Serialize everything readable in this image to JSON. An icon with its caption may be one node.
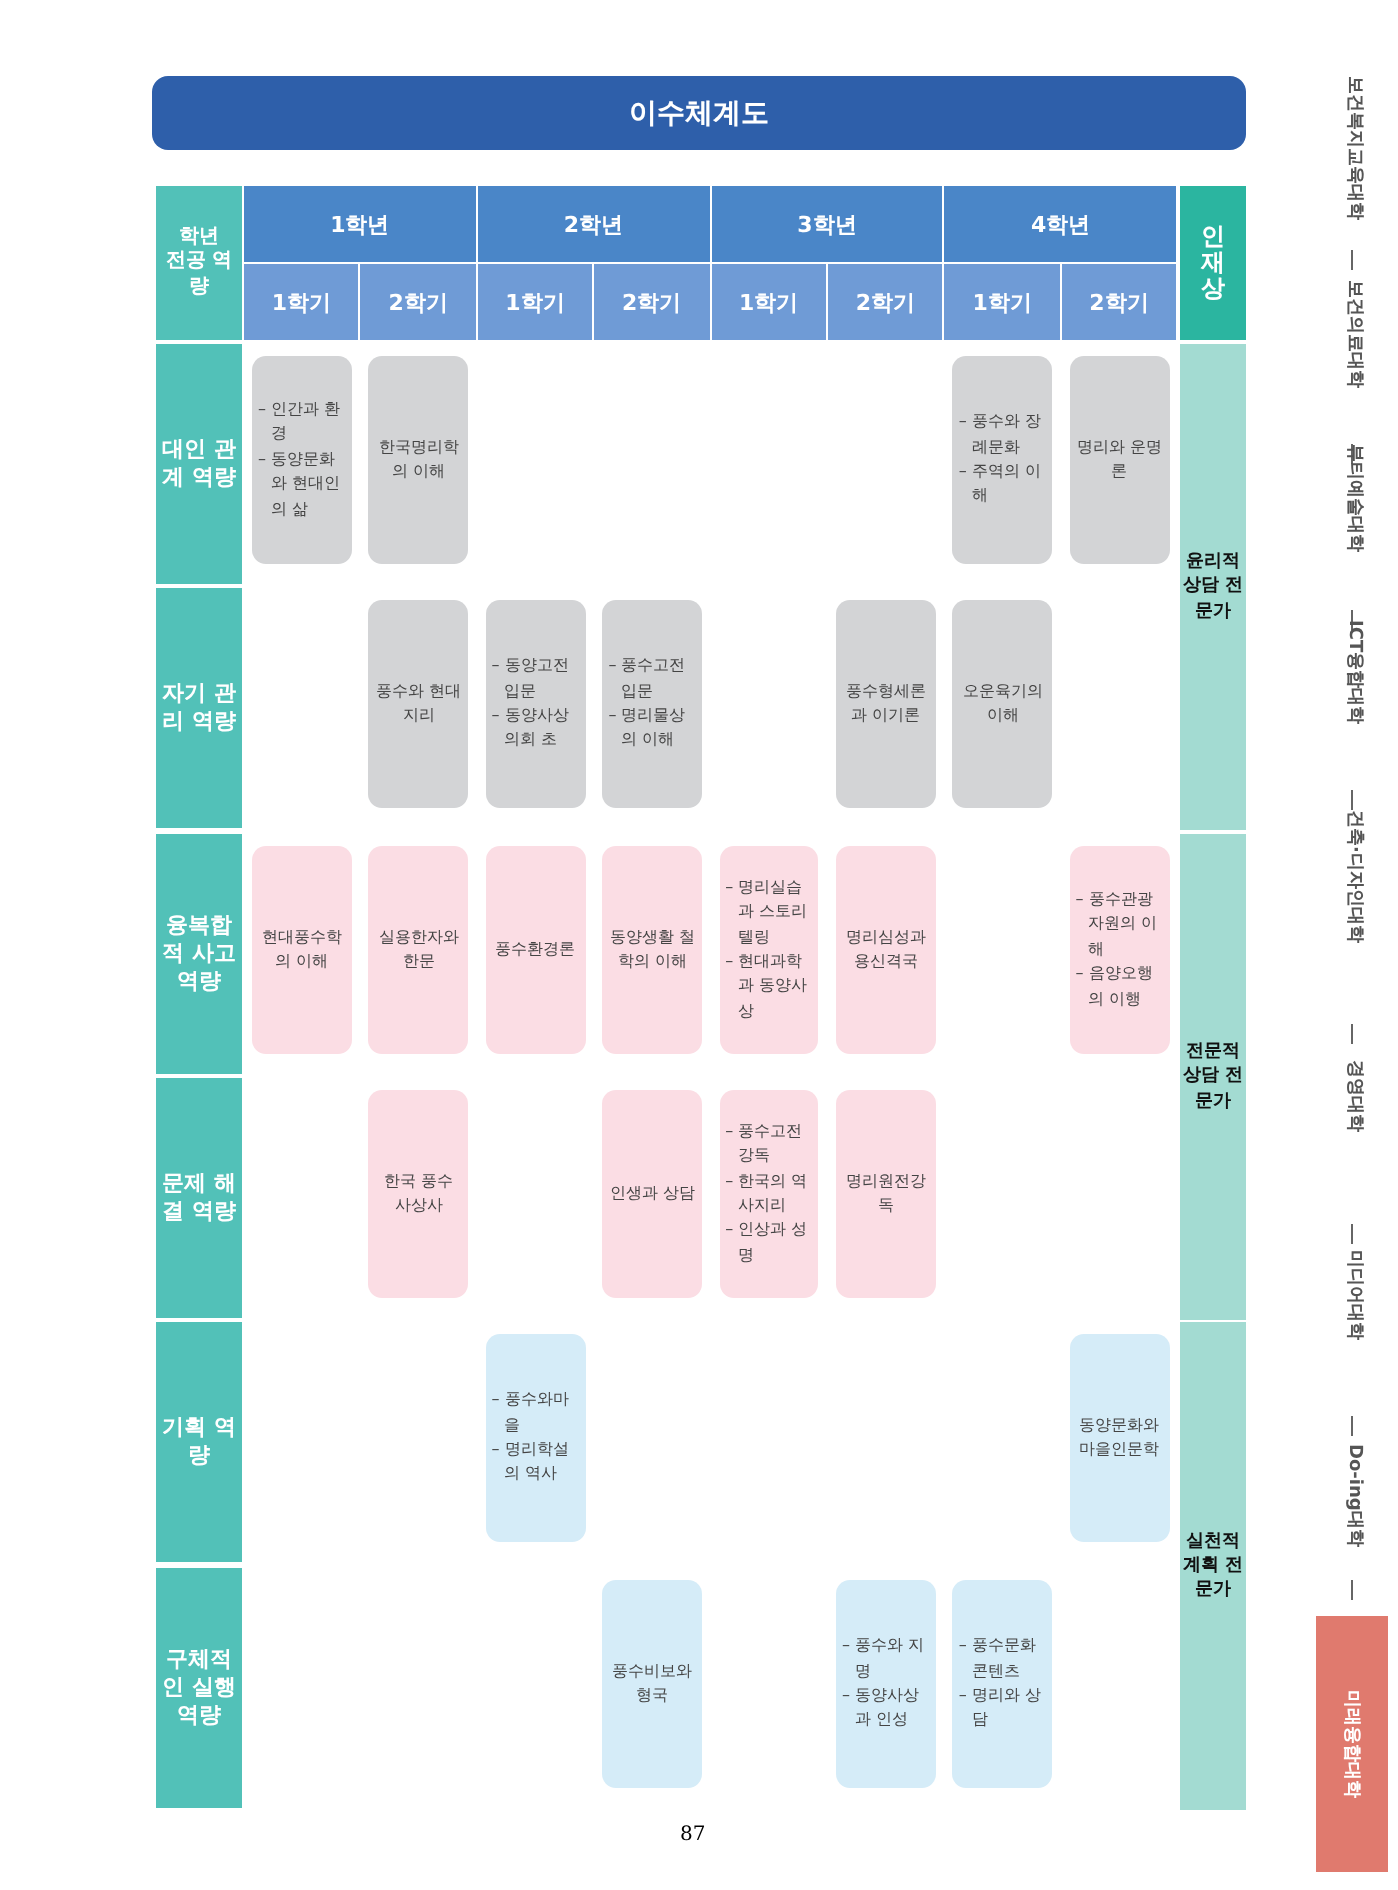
{
  "diagram": {
    "title": "이수체계도",
    "nodes": [
      {
        "text": [
          "학년",
          "전공 역량"
        ]
      },
      {
        "text": [
          "1학년"
        ]
      },
      {
        "text": [
          "2학년"
        ]
      },
      {
        "text": [
          "3학년"
        ]
      },
      {
        "text": [
          "4학년"
        ]
      },
      {
        "text": [
          "1학기"
        ]
      },
      {
        "text": [
          "2학기"
        ]
      },
      {
        "text": [
          "1학기"
        ]
      },
      {
        "text": [
          "2학기"
        ]
      },
      {
        "text": [
          "1학기"
        ]
      },
      {
        "text": [
          "2학기"
        ]
      },
      {
        "text": [
          "1학기"
        ]
      },
      {
        "text": [
          "2학기"
        ]
      },
      {
        "text": [
          "인재상"
        ]
      },
      {
        "text": [
          "대인 관계 역량"
        ]
      },
      {
        "text": [
          "– 인간과 환경",
          "– 동양문화와 현대인의 삶"
        ]
      },
      {
        "text": [
          "한국명리학의 이해"
        ]
      },
      {
        "text": [
          "– 풍수와 장례문화",
          "– 주역의 이해"
        ]
      },
      {
        "text": [
          "명리와 운명론"
        ]
      },
      {
        "text": [
          "윤리적 상담 전문가"
        ]
      },
      {
        "text": [
          "자기 관리 역량"
        ]
      },
      {
        "text": [
          "풍수와 현대지리"
        ]
      },
      {
        "text": [
          "– 동양고전 입문",
          "– 동양사상의회 초"
        ]
      },
      {
        "text": [
          "– 풍수고전 입문",
          "– 명리물상의 이해"
        ]
      },
      {
        "text": [
          "풍수형세론과 이기론"
        ]
      },
      {
        "text": [
          "오운육기의 이해"
        ]
      },
      {
        "text": [
          "융복합적 사고 역량"
        ]
      },
      {
        "text": [
          "현대풍수학의 이해"
        ]
      },
      {
        "text": [
          "실용한자와 한문"
        ]
      },
      {
        "text": [
          "풍수환경론"
        ]
      },
      {
        "text": [
          "동양생활 철학의 이해"
        ]
      },
      {
        "text": [
          "– 명리실습과 스토리텔링",
          "– 현대과학과 동양사상"
        ]
      },
      {
        "text": [
          "명리심성과 용신격국"
        ]
      },
      {
        "text": [
          "– 풍수관광 자원의 이해",
          "– 음양오행의 이행"
        ]
      },
      {
        "text": [
          "전문적 상담 전문가"
        ]
      },
      {
        "text": [
          "문제 해결 역량"
        ]
      },
      {
        "text": [
          "한국 풍수 사상사"
        ]
      },
      {
        "text": [
          "인생과 상담"
        ]
      },
      {
        "text": [
          "– 풍수고전 강독",
          "– 한국의 역사지리",
          "– 인상과 성명"
        ]
      },
      {
        "text": [
          "명리원전강독"
        ]
      },
      {
        "text": [
          "기획 역량"
        ]
      },
      {
        "text": [
          "– 풍수와마을",
          "– 명리학설의 역사"
        ]
      },
      {
        "text": [
          "동양문화와 마을인문학"
        ]
      },
      {
        "text": [
          "실천적 계획 전문가"
        ]
      },
      {
        "text": [
          "구체적인 실행 역량"
        ]
      },
      {
        "text": [
          "풍수비보와 형국"
        ]
      },
      {
        "text": [
          "– 풍수와 지명",
          "– 동양사상과 인성"
        ]
      },
      {
        "text": [
          "– 풍수문화 콘텐츠",
          "– 명리와 상담"
        ]
      },
      {
        "text": [
          "미래융합대학"
        ]
      }
    ],
    "labels": [
      "보건복지교육대학",
      "보건의료대학",
      "뷰티예술대학",
      "ICT융합대학",
      "건축·디자인대학",
      "경영대학",
      "미디어대학",
      "Do-ing대학",
      "87"
    ]
  }
}
